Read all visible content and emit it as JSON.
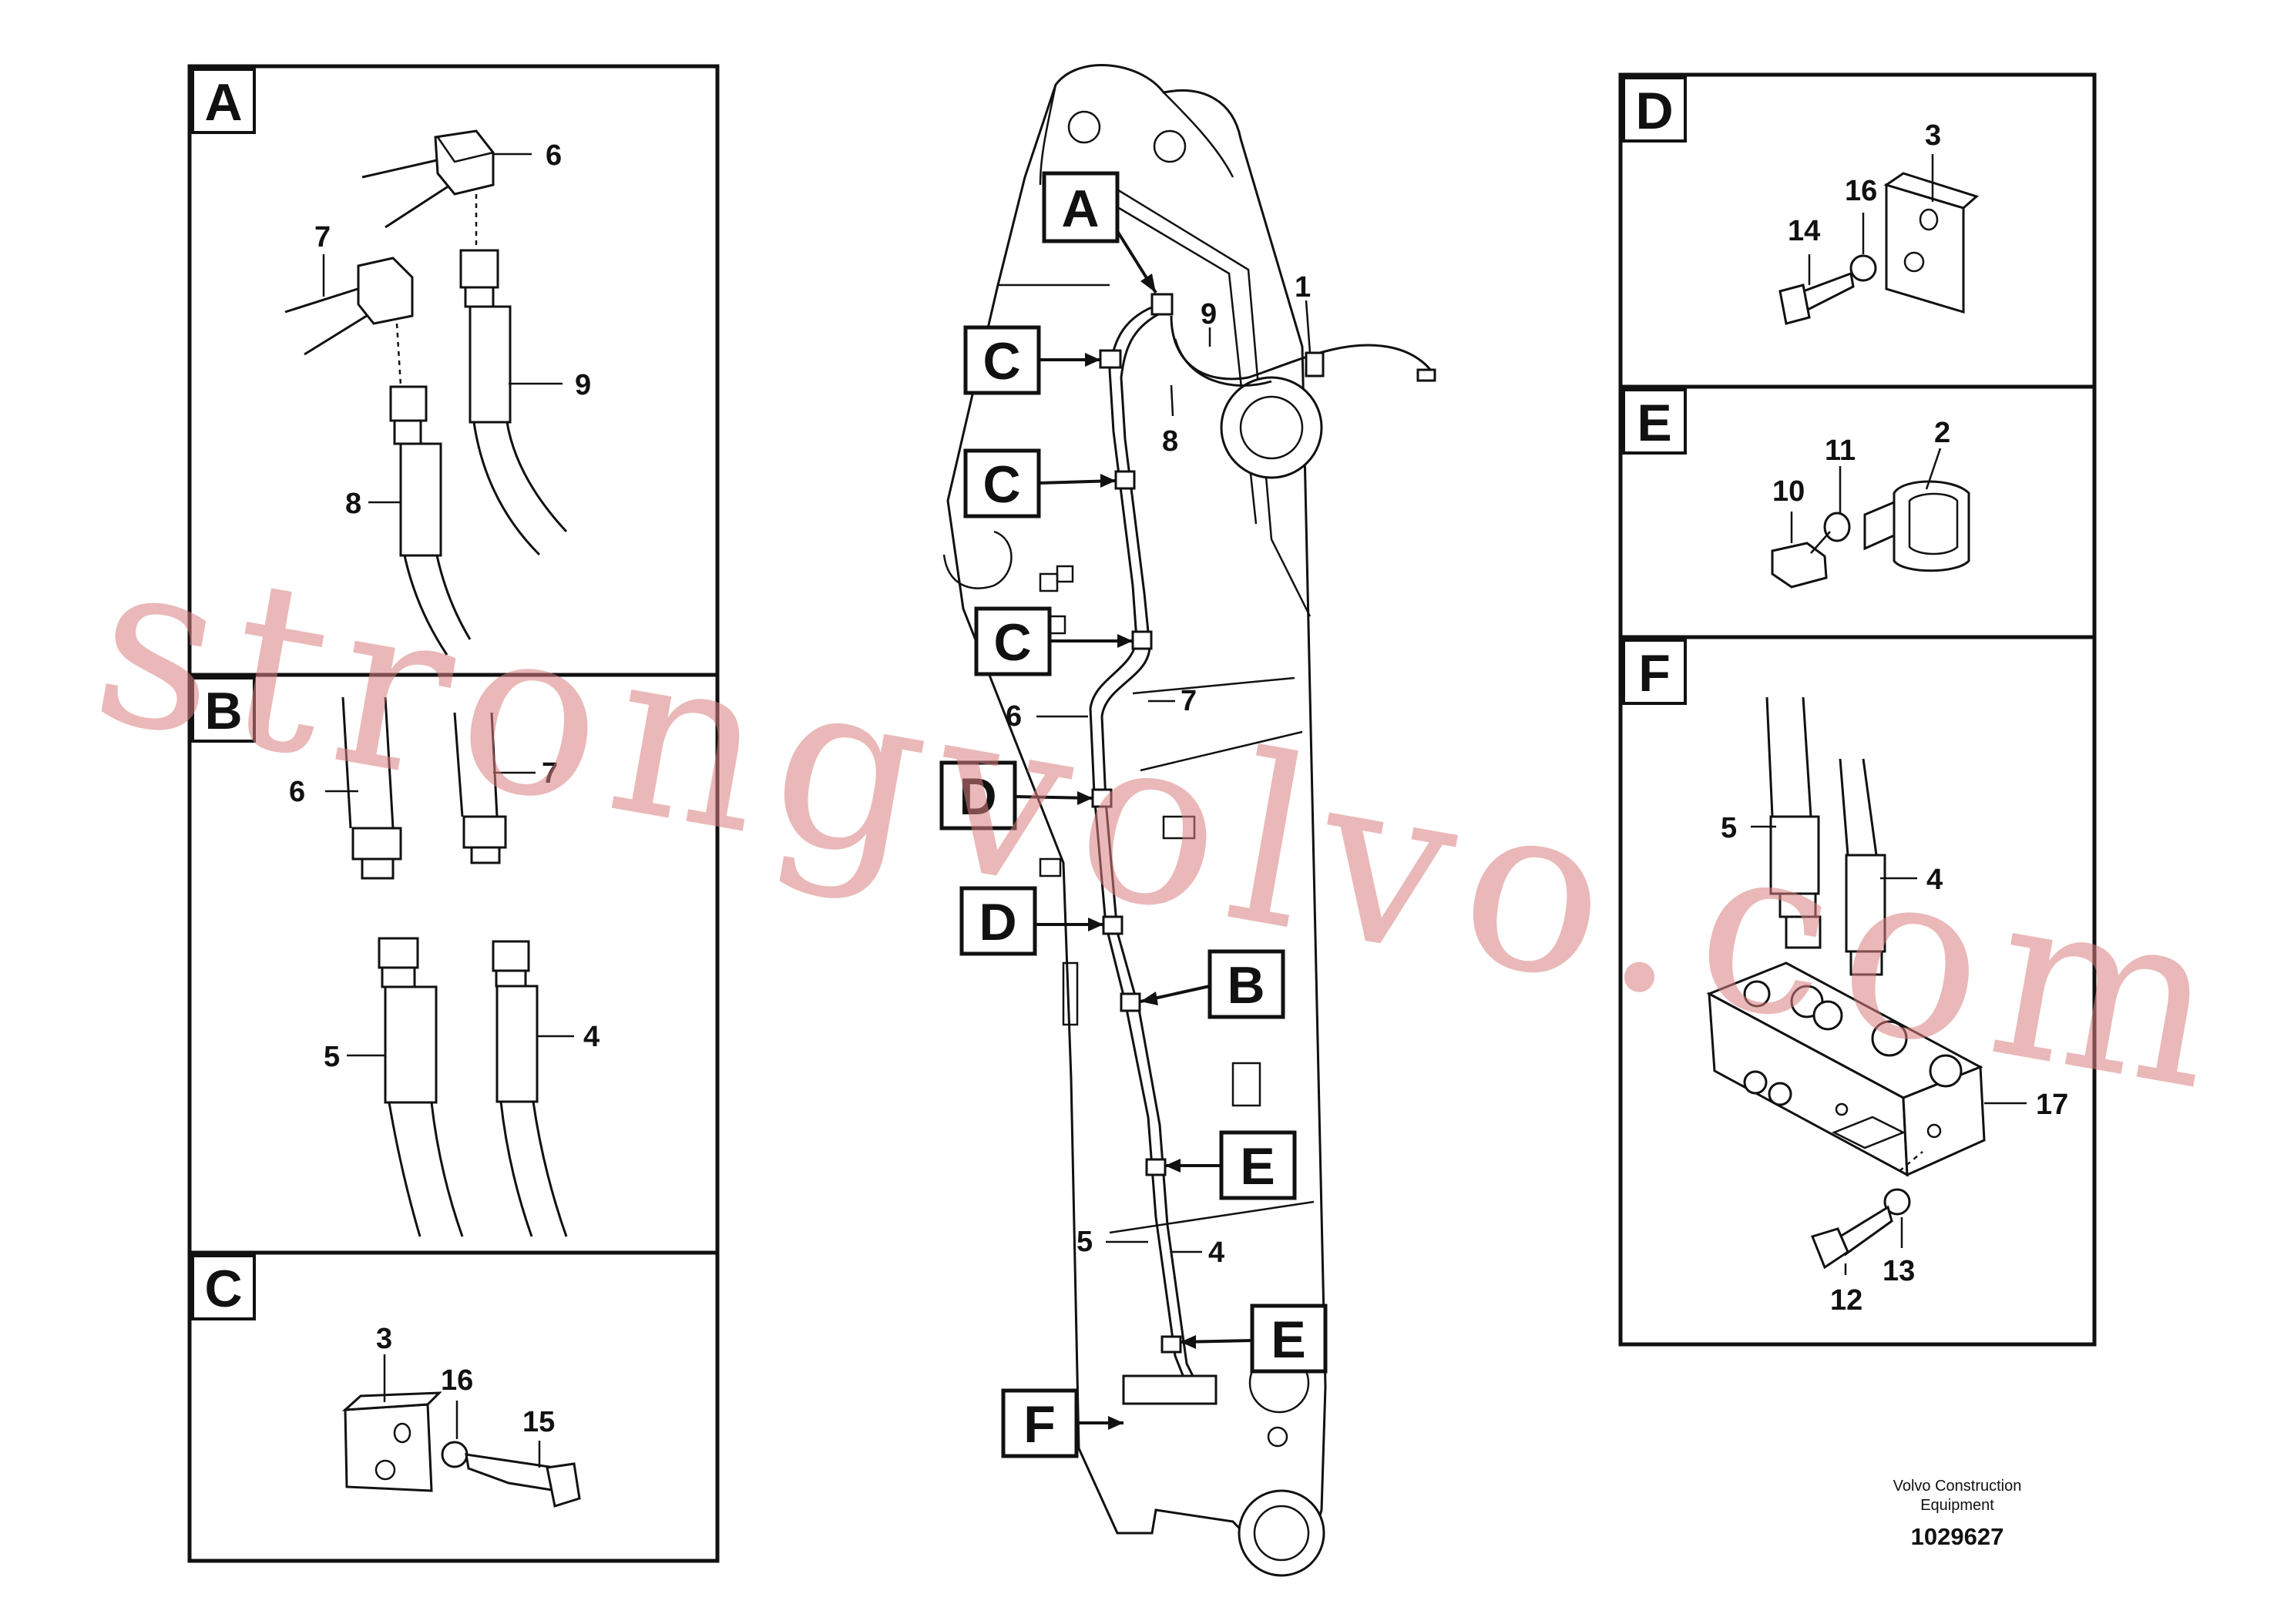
{
  "panels": {
    "A": {
      "letter": "A",
      "labels": [
        "6",
        "7",
        "9",
        "8"
      ]
    },
    "B": {
      "letter": "B",
      "labels": [
        "6",
        "7",
        "5",
        "4"
      ]
    },
    "C": {
      "letter": "C",
      "labels": [
        "3",
        "16",
        "15"
      ]
    },
    "D": {
      "letter": "D",
      "labels": [
        "3",
        "16",
        "14"
      ]
    },
    "E": {
      "letter": "E",
      "labels": [
        "11",
        "2",
        "10"
      ]
    },
    "F": {
      "letter": "F",
      "labels": [
        "5",
        "4",
        "17",
        "12",
        "13"
      ]
    }
  },
  "main": {
    "callouts": [
      "A",
      "C",
      "C",
      "C",
      "D",
      "D",
      "B",
      "E",
      "E",
      "F"
    ],
    "labels": [
      "9",
      "1",
      "8",
      "7",
      "6",
      "5",
      "4"
    ]
  },
  "watermark": "strongvolvo.com",
  "footer": {
    "company_line1": "Volvo Construction",
    "company_line2": "Equipment",
    "drawing_number": "1029627"
  }
}
